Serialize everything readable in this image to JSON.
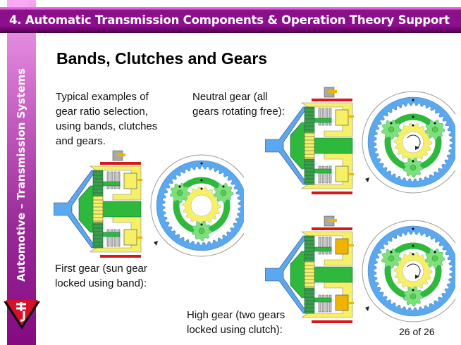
{
  "header": {
    "title": "4. Automatic Transmission Components & Operation  Theory Support"
  },
  "sidebar": {
    "vertical_title": "Automotive – Transmission Systems",
    "logo_icon": "triangle-logo-icon"
  },
  "slide": {
    "title": "Bands, Clutches and Gears",
    "intro": [
      "Typical examples of",
      "gear ratio selection,",
      "using bands, clutches",
      "and gears."
    ],
    "neutral_caption": [
      "Neutral gear (all",
      "gears rotating free):"
    ],
    "first_caption": [
      "First gear (sun gear",
      "locked using band):"
    ],
    "high_caption": [
      "High gear (two gears",
      "locked using clutch):"
    ],
    "page_number": "26 of 26"
  },
  "diagrams": [
    {
      "name": "neutral-gear",
      "mode": "neutral"
    },
    {
      "name": "first-gear",
      "mode": "first"
    },
    {
      "name": "high-gear",
      "mode": "high"
    }
  ],
  "colors": {
    "header": "#8e1090",
    "blue": "#5aa8f0",
    "green": "#2eb83c",
    "light_green": "#7ee07a",
    "yellow": "#f6f066",
    "red": "#d81818",
    "grey": "#a8a8a8",
    "orange": "#f0b400"
  }
}
